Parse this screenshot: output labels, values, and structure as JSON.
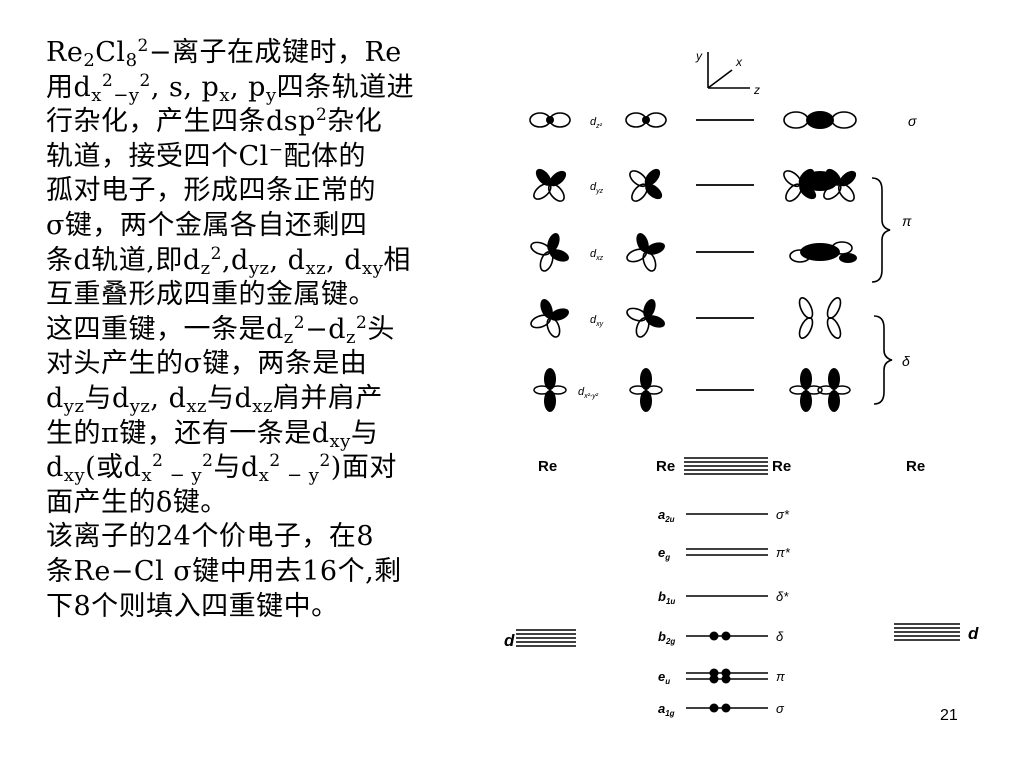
{
  "text_lines": [
    [
      {
        "t": "Re"
      },
      {
        "sub": "2"
      },
      {
        "t": "Cl"
      },
      {
        "sub": "8"
      },
      {
        "sup": "2"
      },
      {
        "t": "−离子在成键时，Re"
      }
    ],
    [
      {
        "t": "用d"
      },
      {
        "sub": "x"
      },
      {
        "sup": "2"
      },
      {
        "sub": "−y"
      },
      {
        "sup": "2"
      },
      {
        "t": ", s, p"
      },
      {
        "sub": "x"
      },
      {
        "t": ", p"
      },
      {
        "sub": "y"
      },
      {
        "t": "四条轨道进"
      }
    ],
    [
      {
        "t": "行杂化，产生四条dsp"
      },
      {
        "sup": "2"
      },
      {
        "t": "杂化"
      }
    ],
    [
      {
        "t": "轨道，接受四个Cl"
      },
      {
        "sup": "−"
      },
      {
        "t": "配体的"
      }
    ],
    [
      {
        "t": "孤对电子，形成四条正常的"
      }
    ],
    [
      {
        "t": "σ键，两个金属各自还剩四"
      }
    ],
    [
      {
        "t": "条d轨道,即d"
      },
      {
        "sub": "z"
      },
      {
        "sup": "2"
      },
      {
        "t": ",d"
      },
      {
        "sub": "yz"
      },
      {
        "t": ", d"
      },
      {
        "sub": "xz"
      },
      {
        "t": ", d"
      },
      {
        "sub": "xy"
      },
      {
        "t": "相"
      }
    ],
    [
      {
        "t": "互重叠形成四重的金属键。"
      }
    ],
    [
      {
        "t": "这四重键，一条是d"
      },
      {
        "sub": "z"
      },
      {
        "sup": "2"
      },
      {
        "t": "−d"
      },
      {
        "sub": "z"
      },
      {
        "sup": "2"
      },
      {
        "t": "头"
      }
    ],
    [
      {
        "t": "对头产生的σ键，两条是由"
      }
    ],
    [
      {
        "t": "d"
      },
      {
        "sub": "yz"
      },
      {
        "t": "与d"
      },
      {
        "sub": "yz"
      },
      {
        "t": ", d"
      },
      {
        "sub": "xz"
      },
      {
        "t": "与d"
      },
      {
        "sub": "xz"
      },
      {
        "t": "肩并肩产"
      }
    ],
    [
      {
        "t": "生的π键，还有一条是d"
      },
      {
        "sub": "xy"
      },
      {
        "t": "与"
      }
    ],
    [
      {
        "t": "d"
      },
      {
        "sub": "xy"
      },
      {
        "t": "(或d"
      },
      {
        "sub": "x"
      },
      {
        "sup": "2"
      },
      {
        "sub": " − y"
      },
      {
        "sup": "2"
      },
      {
        "t": "与d"
      },
      {
        "sub": "x"
      },
      {
        "sup": "2"
      },
      {
        "sub": " − y"
      },
      {
        "sup": "2"
      },
      {
        "t": ")面对"
      }
    ],
    [
      {
        "t": "面产生的δ键。"
      }
    ],
    [
      {
        "t": "该离子的24个价电子，在8"
      }
    ],
    [
      {
        "t": "条Re−Cl σ键中用去16个,剩"
      }
    ],
    [
      {
        "t": "下8个则填入四重键中。"
      }
    ]
  ],
  "diagram": {
    "axes": {
      "y": "y",
      "x": "x",
      "z": "z"
    },
    "orbital_rows": [
      {
        "label_main": "d",
        "label_sub": "z²",
        "bond": "σ"
      },
      {
        "label_main": "d",
        "label_sub": "yz",
        "bond": ""
      },
      {
        "label_main": "d",
        "label_sub": "xz",
        "bond": ""
      },
      {
        "label_main": "d",
        "label_sub": "xy",
        "bond": ""
      },
      {
        "label_main": "d",
        "label_sub": "x²-y²",
        "bond": ""
      }
    ],
    "bracket_labels": [
      "π",
      "δ"
    ],
    "mo": {
      "re_left": "Re",
      "re_center_left": "Re",
      "re_center_right": "Re",
      "re_right": "Re",
      "d_left": "d",
      "d_right": "d",
      "levels": [
        {
          "sym": "a",
          "sub": "2u",
          "label": "σ*",
          "electrons": 0,
          "lines": 1
        },
        {
          "sym": "e",
          "sub": "g",
          "label": "π*",
          "electrons": 0,
          "lines": 2
        },
        {
          "sym": "b",
          "sub": "1u",
          "label": "δ*",
          "electrons": 0,
          "lines": 1
        },
        {
          "sym": "b",
          "sub": "2g",
          "label": "δ",
          "electrons": 2,
          "lines": 1
        },
        {
          "sym": "e",
          "sub": "u",
          "label": "π",
          "electrons": 4,
          "lines": 2
        },
        {
          "sym": "a",
          "sub": "1g",
          "label": "σ",
          "electrons": 2,
          "lines": 1
        }
      ]
    }
  },
  "page_number": "21"
}
